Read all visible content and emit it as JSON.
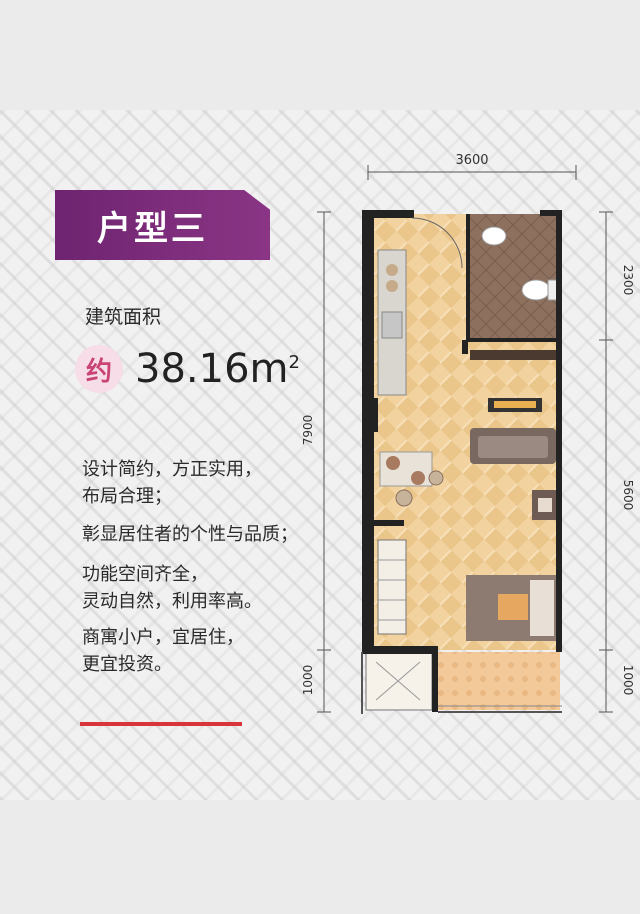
{
  "title": "户型三",
  "area": {
    "label": "建筑面积",
    "approx": "约",
    "value": "38.16m",
    "superscript": "2"
  },
  "description": [
    "设计简约，方正实用，",
    "布局合理；",
    "彰显居住者的个性与品质；",
    "功能空间齐全，",
    "灵动自然，利用率高。",
    "商寓小户，宜居住，",
    "更宜投资。"
  ],
  "dimensions": {
    "top_width": "3600",
    "left_total": "7900",
    "left_bottom": "1000",
    "right_top": "2300",
    "right_middle": "5600",
    "right_bottom": "1000"
  },
  "colors": {
    "banner": "#7a2a78",
    "accent_line": "#d8353a",
    "approx_badge_bg": "#f6dde8",
    "approx_text": "#c94474",
    "floor_wood": "#f0d09b",
    "bathroom_tile": "#8b6e5c",
    "wall": "#222222"
  }
}
